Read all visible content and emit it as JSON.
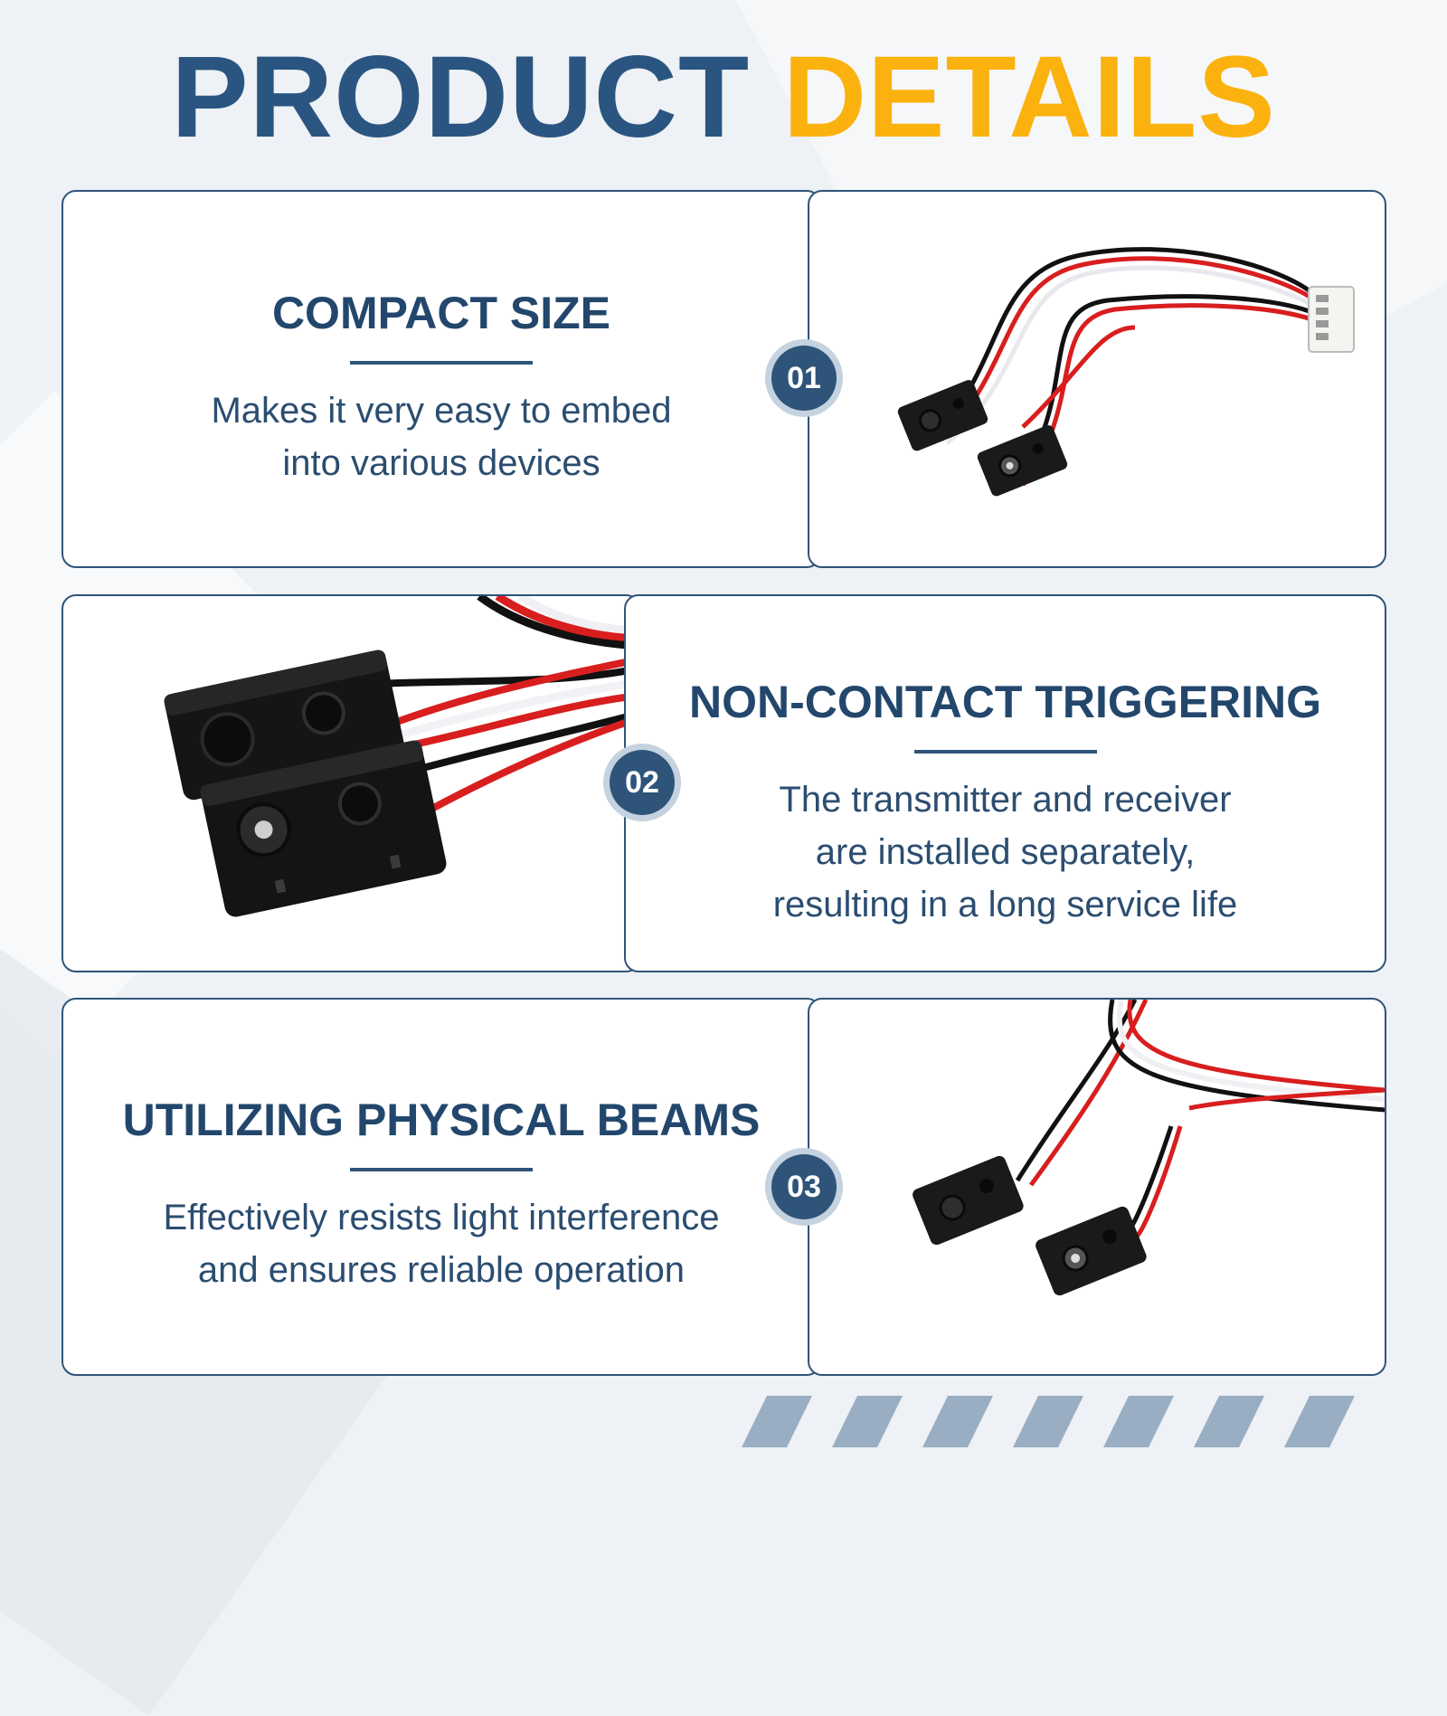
{
  "header": {
    "title_part1": "PRODUCT",
    "title_part2": "DETAILS"
  },
  "colors": {
    "primary": "#2a5580",
    "accent": "#fbb20e",
    "card_border": "#2f5478",
    "badge": "#2e5479"
  },
  "features": [
    {
      "number": "01",
      "title": "COMPACT SIZE",
      "desc_line1": "Makes it very easy to embed",
      "desc_line2": "into various devices",
      "image": "sensor-pair-with-cable-icon"
    },
    {
      "number": "02",
      "title": "NON-CONTACT TRIGGERING",
      "desc_line1": "The transmitter and receiver",
      "desc_line2": "are installed separately,",
      "desc_line3": "resulting in a long service life",
      "image": "sensor-closeup-icon"
    },
    {
      "number": "03",
      "title": "UTILIZING PHYSICAL BEAMS",
      "desc_line1": "Effectively resists light interference",
      "desc_line2": "and ensures reliable operation",
      "image": "sensor-pair-icon"
    }
  ]
}
